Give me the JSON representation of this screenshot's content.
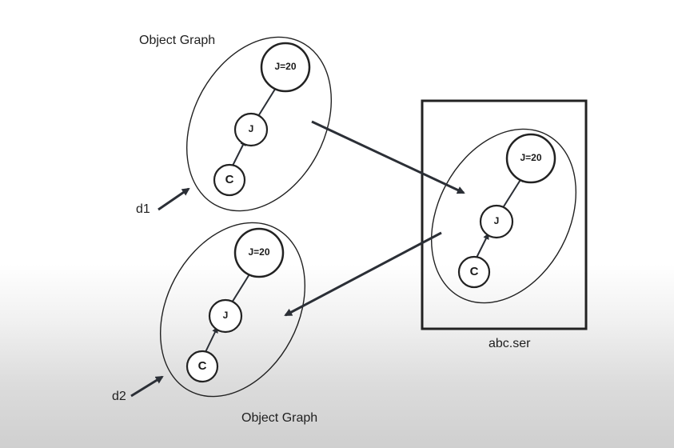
{
  "labels": {
    "graph_top": "Object Graph",
    "graph_bottom": "Object Graph",
    "ref_d1": "d1",
    "ref_d2": "d2",
    "file_name": "abc.ser"
  },
  "nodes": {
    "j20": "J=20",
    "j": "J",
    "c": "C"
  },
  "colors": {
    "stroke": "#222222",
    "arrow": "#2b2f36"
  }
}
